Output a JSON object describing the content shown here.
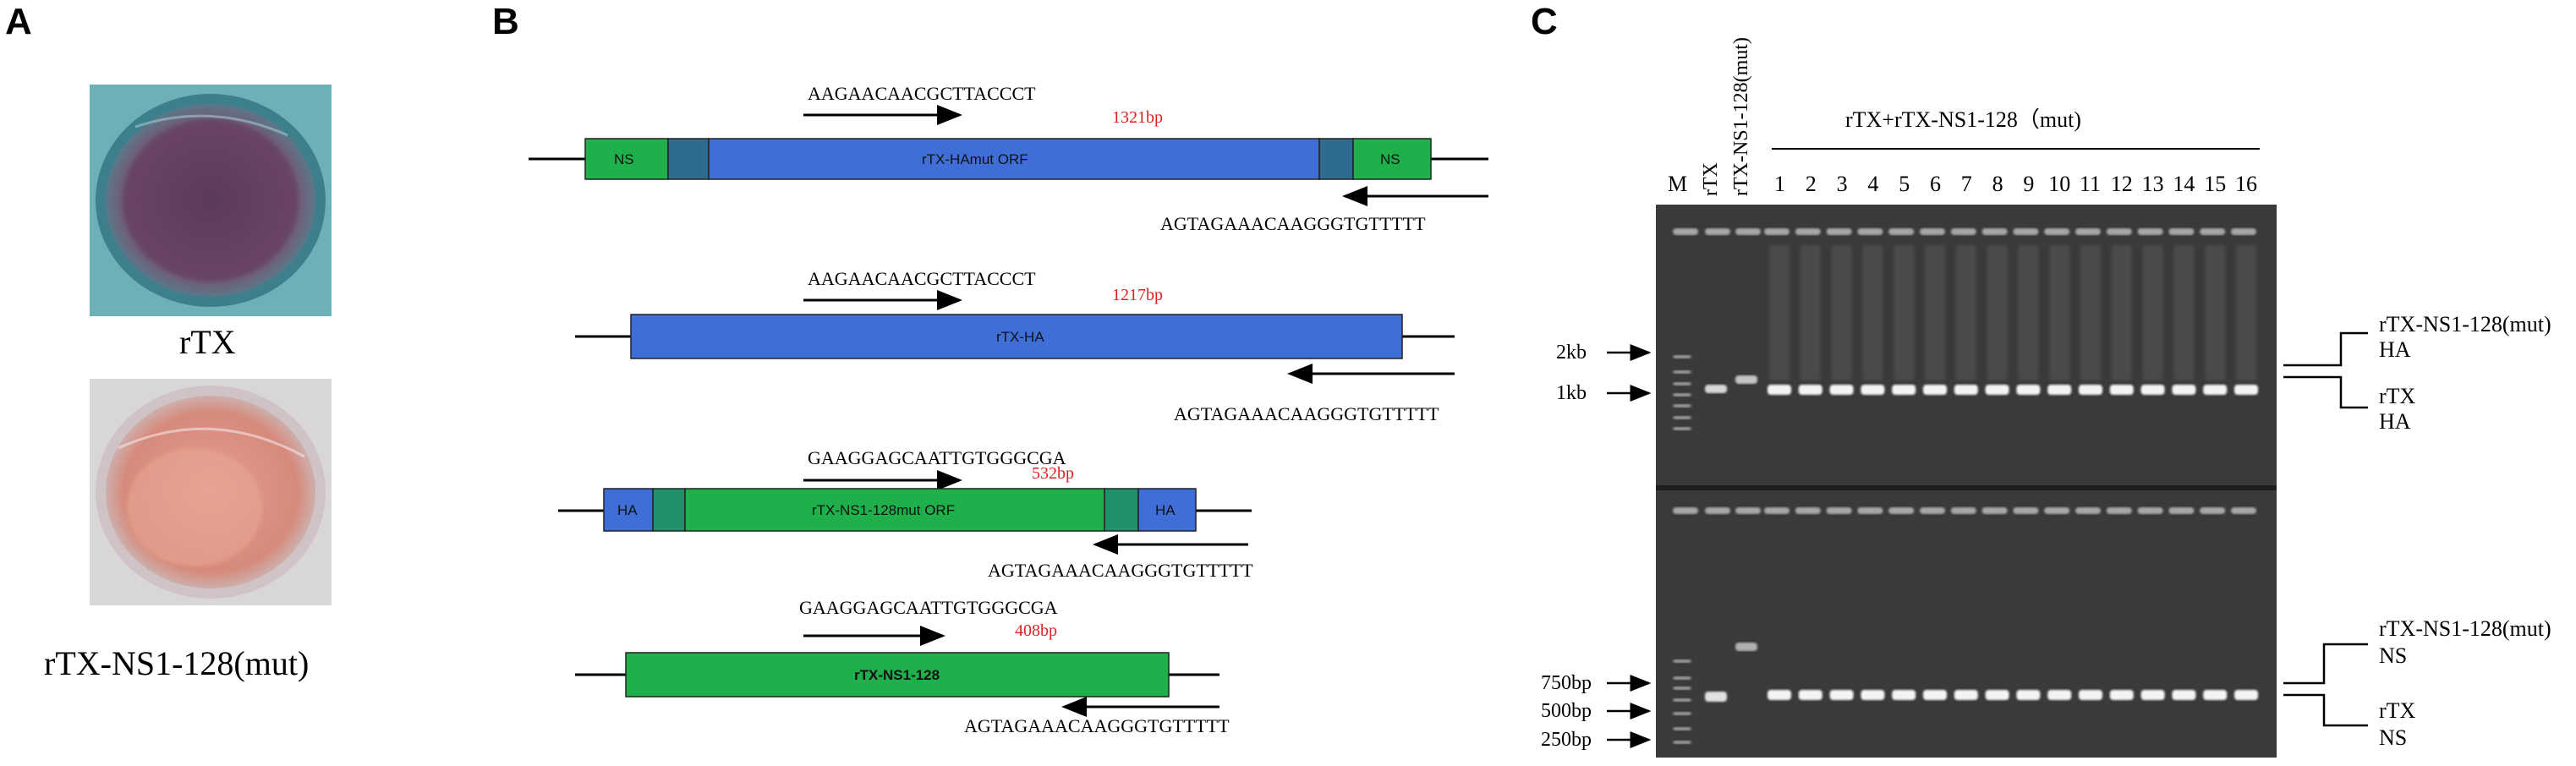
{
  "panels": {
    "a": {
      "letter": "A",
      "label_top": "rTX",
      "label_bottom": "rTX-NS1-128(mut)",
      "colors": {
        "top_dish": "#6a4566",
        "bottom_dish": "#d99a86"
      }
    },
    "b": {
      "letter": "B",
      "constructs": [
        {
          "forward_primer": "AAGAACAACGCTTACCCT",
          "size": "1321bp",
          "reverse_primer": "AGTAGAAACAAGGGTGTTTTT",
          "segments": [
            "NS",
            "",
            "rTX-HAmut ORF",
            "",
            "NS"
          ]
        },
        {
          "forward_primer": "AAGAACAACGCTTACCCT",
          "size": "1217bp",
          "reverse_primer": "AGTAGAAACAAGGGTGTTTTT",
          "segments": [
            "rTX-HA"
          ]
        },
        {
          "forward_primer": "GAAGGAGCAATTGTGGGCGA",
          "size": "532bp",
          "reverse_primer": "AGTAGAAACAAGGGTGTTTTT",
          "segments": [
            "HA",
            "",
            "rTX-NS1-128mut ORF",
            "",
            "HA"
          ]
        },
        {
          "forward_primer": "GAAGGAGCAATTGTGGGCGA",
          "size": "408bp",
          "reverse_primer": "AGTAGAAACAAGGGTGTTTTT",
          "segments": [
            "rTX-NS1-128"
          ]
        }
      ],
      "colors": {
        "ns": "#1fb04b",
        "ha": "#3f6fd6",
        "junction_blue": "#2f6b8f",
        "junction_green": "#1e9168"
      }
    },
    "c": {
      "letter": "C",
      "group_label": "rTX+rTX-NS1-128（mut)",
      "marker_lane": "M",
      "lane_rtx": "rTX",
      "lane_mut": "rTX-NS1-128(mut)",
      "lane_numbers": [
        "1",
        "2",
        "3",
        "4",
        "5",
        "6",
        "7",
        "8",
        "9",
        "10",
        "11",
        "12",
        "13",
        "14",
        "15",
        "16"
      ],
      "size_markers_top": [
        "2kb",
        "1kb"
      ],
      "size_markers_bottom": [
        "750bp",
        "500bp",
        "250bp"
      ],
      "right_labels_top": {
        "upper": [
          "rTX-NS1-128(mut)",
          "HA"
        ],
        "lower": [
          "rTX",
          "HA"
        ]
      },
      "right_labels_bottom": {
        "upper": [
          "rTX-NS1-128(mut)",
          "NS"
        ],
        "lower": [
          "rTX",
          "NS"
        ]
      }
    }
  }
}
